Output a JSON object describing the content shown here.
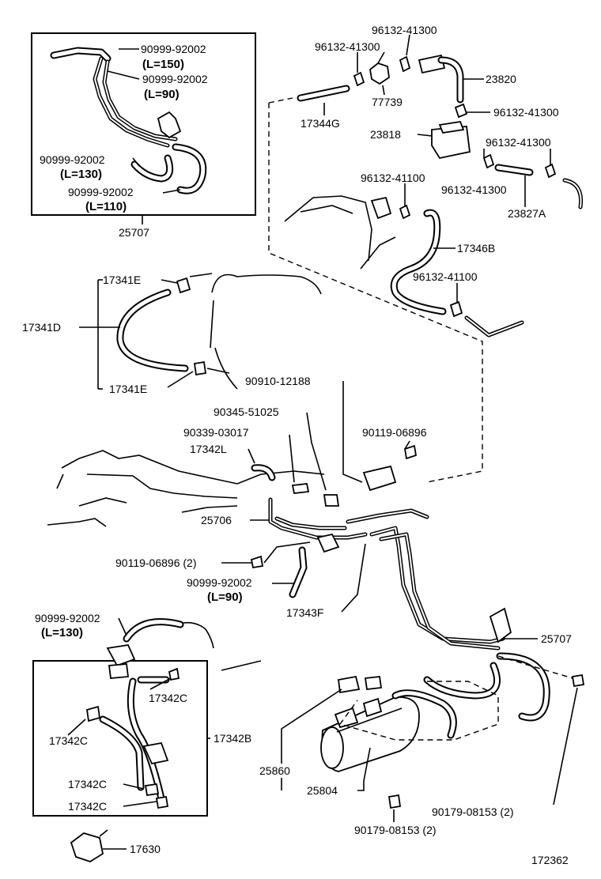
{
  "diagram_number": "172362",
  "labels": {
    "top_left_box": {
      "hose_l150_part": "90999-92002",
      "hose_l150_len": "(L=150)",
      "hose_l90_part": "90999-92002",
      "hose_l90_len": "(L=90)",
      "hose_l130_part": "90999-92002",
      "hose_l130_len": "(L=130)",
      "hose_l110_part": "90999-92002",
      "hose_l110_len": "(L=110)",
      "assembly": "25707"
    },
    "top_right": {
      "clamp_a": "96132-41300",
      "clamp_b": "96132-41300",
      "valve": "77739",
      "hose_23820": "23820",
      "clamp_c": "96132-41300",
      "hose_17344g": "17344G",
      "canister_23818": "23818",
      "clamp_d": "96132-41300",
      "clamp_e": "96132-41100",
      "clamp_f": "96132-41300",
      "hose_23827a": "23827A",
      "hose_17346b": "17346B",
      "clamp_g": "96132-41100"
    },
    "left_middle": {
      "clamp_17341e_top": "17341E",
      "hose_17341d": "17341D",
      "clamp_17341e_bottom": "17341E"
    },
    "center": {
      "bolt_90910": "90910-12188",
      "grommet_90345": "90345-51025",
      "screw_90119_top": "90119-06896",
      "plug_90339": "90339-03017",
      "hose_17342l": "17342L",
      "pipe_25706": "25706",
      "screw_90119_qty": "90119-06896 (2)",
      "hose_l90_part": "90999-92002",
      "hose_l90_len": "(L=90)",
      "hose_17343f": "17343F",
      "assembly_25707": "25707"
    },
    "bottom_left_box": {
      "hose_l130_part": "90999-92002",
      "hose_l130_len": "(L=130)",
      "clamp_17342c_a": "17342C",
      "clamp_17342c_b": "17342C",
      "hose_17342b": "17342B",
      "clamp_17342c_c": "17342C",
      "clamp_17342c_d": "17342C",
      "valve_17630": "17630"
    },
    "bottom_right": {
      "bracket_25860": "25860",
      "cooler_25804": "25804",
      "nut_bottom": "90179-08153 (2)",
      "nut_right": "90179-08153 (2)"
    }
  }
}
